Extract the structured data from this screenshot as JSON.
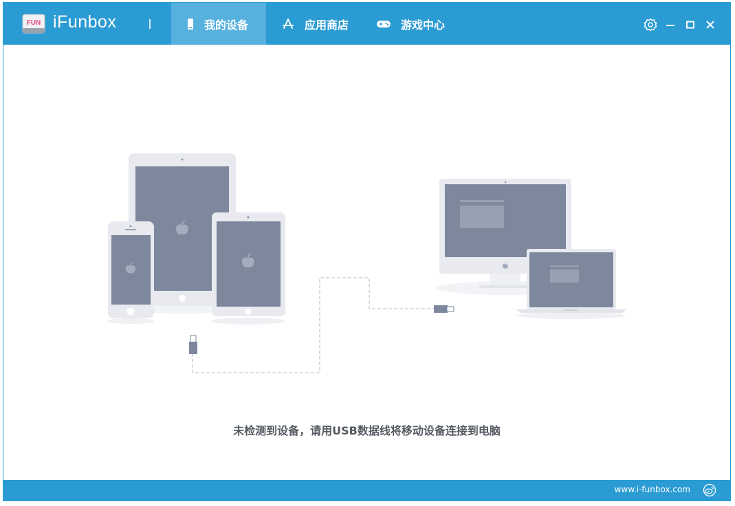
{
  "app": {
    "name": "iFunbox",
    "logo_text": "FUN"
  },
  "tabs": [
    {
      "label": "我的设备",
      "icon": "phone-icon",
      "active": true
    },
    {
      "label": "应用商店",
      "icon": "app-store-icon",
      "active": false
    },
    {
      "label": "游戏中心",
      "icon": "gamepad-icon",
      "active": false
    }
  ],
  "window_controls": [
    "settings-icon",
    "minimize-icon",
    "maximize-icon",
    "close-icon"
  ],
  "main": {
    "message": "未检测到设备，请用USB数据线将移动设备连接到电脑"
  },
  "footer": {
    "website": "www.i-funbox.com",
    "social_icon": "weibo-icon"
  },
  "colors": {
    "brand": "#2b9bd3",
    "active_tab": "#56b1de",
    "device_screen": "#7d889d",
    "device_body": "#e8eaef"
  }
}
